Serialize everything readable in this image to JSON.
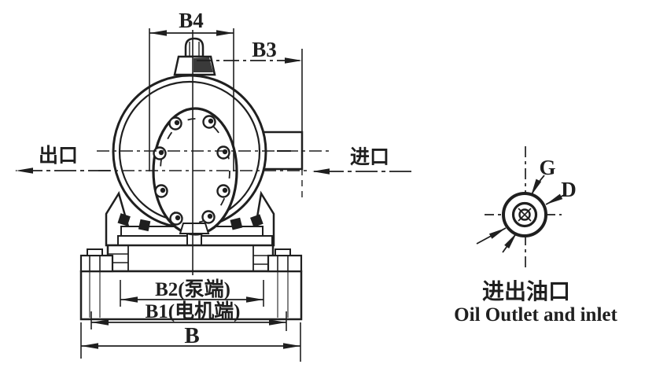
{
  "colors": {
    "ink": "#1f1f1f",
    "paper": "#ffffff"
  },
  "main_view": {
    "outlet_label": "出口",
    "inlet_label": "进口",
    "dim_b4": "B4",
    "dim_b3": "B3",
    "dim_b2": "B2(泵端)",
    "dim_b1": "B1(电机端)",
    "dim_b": "B"
  },
  "detail_view": {
    "thread_label": "G",
    "diameter_label": "D",
    "caption_zh": "进出油口",
    "caption_en": "Oil Outlet and inlet"
  }
}
